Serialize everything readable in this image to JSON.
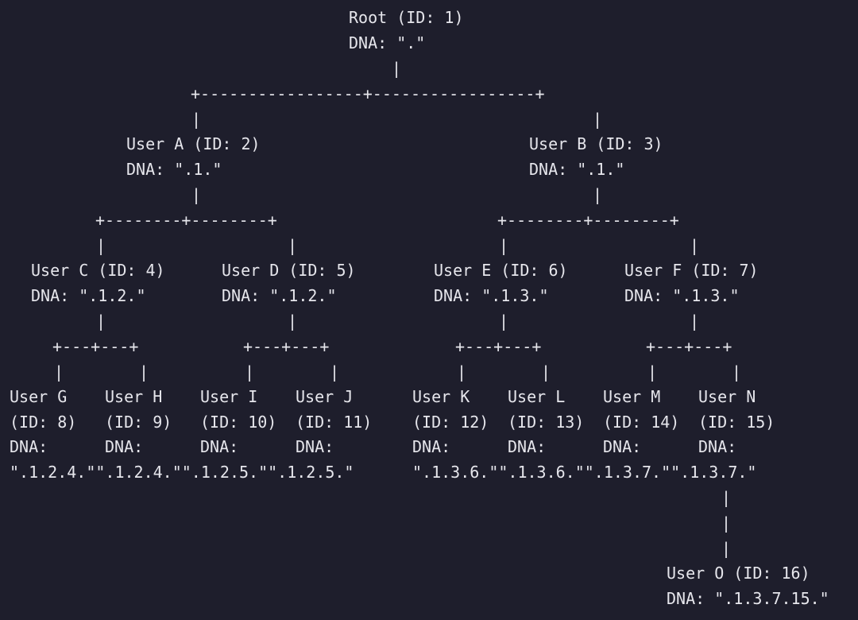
{
  "lines": [
    {
      "text": "Root (ID: 1)"
    },
    {
      "text": "DNA: \".\""
    },
    {
      "text": "|"
    },
    {
      "text": "+-----------------+-----------------+"
    },
    {
      "text": "|"
    },
    {
      "text": "|"
    },
    {
      "text": "User A (ID: 2)"
    },
    {
      "text": "User B (ID: 3)"
    },
    {
      "text": "DNA: \".1.\""
    },
    {
      "text": "DNA: \".1.\""
    },
    {
      "text": "|"
    },
    {
      "text": "|"
    },
    {
      "text": "+--------+--------+"
    },
    {
      "text": "+--------+--------+"
    },
    {
      "text": "|"
    },
    {
      "text": "|"
    },
    {
      "text": "|"
    },
    {
      "text": "|"
    },
    {
      "text": "User C (ID: 4)"
    },
    {
      "text": "User D (ID: 5)"
    },
    {
      "text": "User E (ID: 6)"
    },
    {
      "text": "User F (ID: 7)"
    },
    {
      "text": "DNA: \".1.2.\""
    },
    {
      "text": "DNA: \".1.2.\""
    },
    {
      "text": "DNA: \".1.3.\""
    },
    {
      "text": "DNA: \".1.3.\""
    },
    {
      "text": "|"
    },
    {
      "text": "|"
    },
    {
      "text": "|"
    },
    {
      "text": "|"
    },
    {
      "text": "+---+---+"
    },
    {
      "text": "+---+---+"
    },
    {
      "text": "+---+---+"
    },
    {
      "text": "+---+---+"
    },
    {
      "text": "|"
    },
    {
      "text": "|"
    },
    {
      "text": "|"
    },
    {
      "text": "|"
    },
    {
      "text": "|"
    },
    {
      "text": "|"
    },
    {
      "text": "|"
    },
    {
      "text": "|"
    },
    {
      "text": "User G"
    },
    {
      "text": "User H"
    },
    {
      "text": "User I"
    },
    {
      "text": "User J"
    },
    {
      "text": "User K"
    },
    {
      "text": "User L"
    },
    {
      "text": "User M"
    },
    {
      "text": "User N"
    },
    {
      "text": "(ID: 8)"
    },
    {
      "text": "(ID: 9)"
    },
    {
      "text": "(ID: 10)"
    },
    {
      "text": "(ID: 11)"
    },
    {
      "text": "(ID: 12)"
    },
    {
      "text": "(ID: 13)"
    },
    {
      "text": "(ID: 14)"
    },
    {
      "text": "(ID: 15)"
    },
    {
      "text": "DNA:"
    },
    {
      "text": "DNA:"
    },
    {
      "text": "DNA:"
    },
    {
      "text": "DNA:"
    },
    {
      "text": "DNA:"
    },
    {
      "text": "DNA:"
    },
    {
      "text": "DNA:"
    },
    {
      "text": "DNA:"
    },
    {
      "text": "\".1.2.4.\"\".1.2.4.\"\".1.2.5.\"\".1.2.5.\""
    },
    {
      "text": "\".1.3.6.\"\".1.3.6.\"\".1.3.7.\"\".1.3.7.\""
    },
    {
      "text": "|"
    },
    {
      "text": "|"
    },
    {
      "text": "|"
    },
    {
      "text": "User O (ID: 16)"
    },
    {
      "text": "DNA: \".1.3.7.15.\""
    }
  ]
}
